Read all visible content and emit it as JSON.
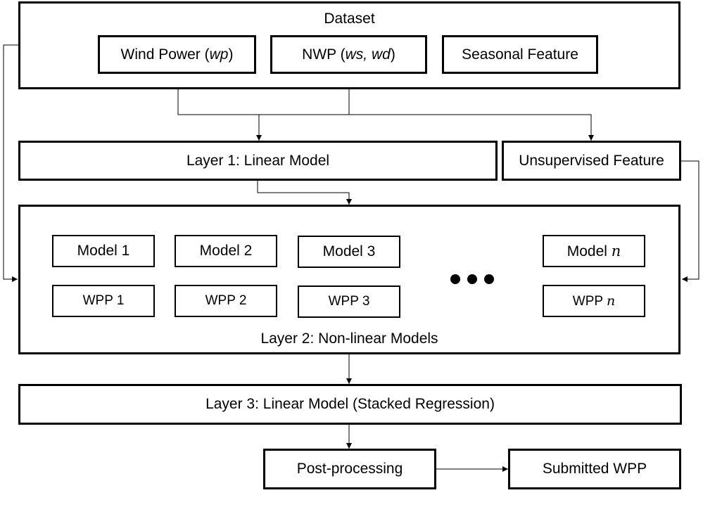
{
  "dataset": {
    "title": "Dataset",
    "wind_power": {
      "prefix": "Wind Power (",
      "var": "wp",
      "suffix": ")"
    },
    "nwp": {
      "prefix": "NWP (",
      "var": "ws, wd",
      "suffix": ")"
    },
    "seasonal": "Seasonal Feature"
  },
  "layer1": {
    "label": "Layer 1: Linear Model"
  },
  "unsupervised": {
    "label": "Unsupervised Feature"
  },
  "layer2": {
    "label": "Layer 2: Non-linear Models",
    "models": [
      {
        "model_prefix": "Model ",
        "model_idx": "1",
        "wpp_prefix": "WPP ",
        "wpp_idx": "1"
      },
      {
        "model_prefix": "Model ",
        "model_idx": "2",
        "wpp_prefix": "WPP ",
        "wpp_idx": "2"
      },
      {
        "model_prefix": "Model ",
        "model_idx": "3",
        "wpp_prefix": "WPP ",
        "wpp_idx": "3"
      },
      {
        "model_prefix": "Model ",
        "model_idx": "n",
        "wpp_prefix": "WPP ",
        "wpp_idx": "n"
      }
    ]
  },
  "layer3": {
    "label": "Layer 3: Linear Model (Stacked Regression)"
  },
  "postprocessing": {
    "label": "Post-processing"
  },
  "submitted": {
    "label": "Submitted WPP"
  }
}
